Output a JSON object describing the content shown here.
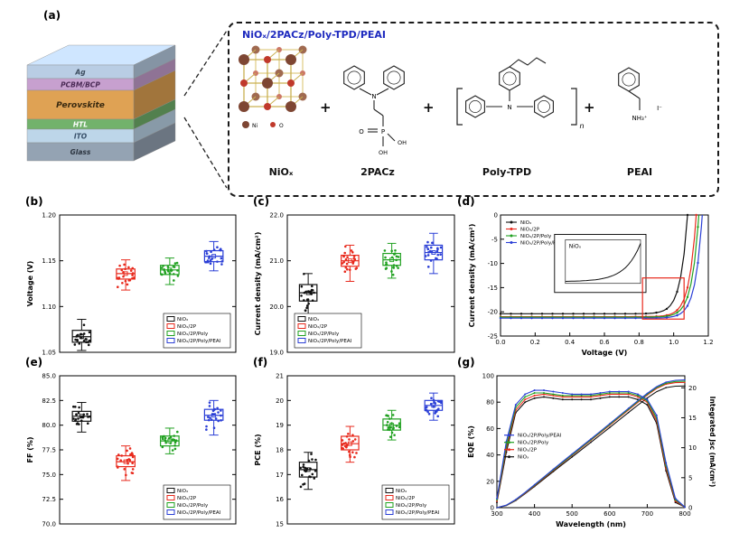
{
  "panel_a": {
    "label": "(a)",
    "layers": [
      {
        "name": "Ag",
        "color": "#b9cde4",
        "text": "#3a4a5c"
      },
      {
        "name": "PCBM/BCP",
        "color": "#c7a0cf",
        "text": "#4a2a55"
      },
      {
        "name": "Perovskite",
        "color": "#dfa254",
        "text": "#3a2a10"
      },
      {
        "name": "HTL",
        "color": "#72b26c",
        "text": "#ffffff"
      },
      {
        "name": "ITO",
        "color": "#bdd6e9",
        "text": "#38506a"
      },
      {
        "name": "Glass",
        "color": "#94a3b3",
        "text": "#2c3540"
      }
    ],
    "callout": {
      "title": "NiOₓ/2PACz/Poly-TPD/PEAI",
      "title_color": "#1f2bbf",
      "plus": "+",
      "components": [
        {
          "name": "NiOₓ"
        },
        {
          "name": "2PACz"
        },
        {
          "name": "Poly-TPD"
        },
        {
          "name": "PEAI"
        }
      ],
      "structures": {
        "niox": {
          "ni": "Ni",
          "o": "O"
        },
        "pacz": {
          "n": "N",
          "p": "P",
          "o": "O",
          "oh1": "OH",
          "oh2": "OH"
        },
        "polytpd": {
          "n": "N",
          "sub": "n"
        },
        "peai": {
          "nh": "NH₃⁺",
          "i": "I⁻"
        }
      }
    }
  },
  "chart_data": [
    {
      "id": "b",
      "type": "box",
      "panel_label": "(b)",
      "ylabel": "Voltage (V)",
      "ylim": [
        1.05,
        1.2
      ],
      "yticks": [
        1.05,
        1.1,
        1.15,
        1.2
      ],
      "ytick_labels": [
        "1.05",
        "1.10",
        "1.15",
        "1.20"
      ],
      "legend_pos": "br",
      "groups": [
        {
          "label": "NiOₓ",
          "color": "#111111",
          "lo": 1.052,
          "q1": 1.061,
          "med": 1.067,
          "q3": 1.074,
          "hi": 1.086
        },
        {
          "label": "NiOₓ/2P",
          "color": "#e8291c",
          "lo": 1.118,
          "q1": 1.13,
          "med": 1.136,
          "q3": 1.141,
          "hi": 1.151
        },
        {
          "label": "NiOₓ/2P/Poly",
          "color": "#21a121",
          "lo": 1.124,
          "q1": 1.135,
          "med": 1.14,
          "q3": 1.145,
          "hi": 1.153
        },
        {
          "label": "NiOₓ/2P/Poly/PEAI",
          "color": "#2b3fd6",
          "lo": 1.139,
          "q1": 1.149,
          "med": 1.155,
          "q3": 1.161,
          "hi": 1.171
        }
      ]
    },
    {
      "id": "c",
      "type": "box",
      "panel_label": "(c)",
      "ylabel": "Current density (mA/cm²)",
      "ylim": [
        19.0,
        22.0
      ],
      "yticks": [
        19.0,
        20.0,
        21.0,
        22.0
      ],
      "ytick_labels": [
        "19.0",
        "20.0",
        "21.0",
        "22.0"
      ],
      "legend_pos": "bl",
      "groups": [
        {
          "label": "NiOₓ",
          "color": "#111111",
          "lo": 19.78,
          "q1": 20.12,
          "med": 20.3,
          "q3": 20.48,
          "hi": 20.72
        },
        {
          "label": "NiOₓ/2P",
          "color": "#e8291c",
          "lo": 20.55,
          "q1": 20.88,
          "med": 21.0,
          "q3": 21.12,
          "hi": 21.34
        },
        {
          "label": "NiOₓ/2P/Poly",
          "color": "#21a121",
          "lo": 20.62,
          "q1": 20.9,
          "med": 21.02,
          "q3": 21.16,
          "hi": 21.38
        },
        {
          "label": "NiOₓ/2P/Poly/PEAI",
          "color": "#2b3fd6",
          "lo": 20.72,
          "q1": 21.02,
          "med": 21.18,
          "q3": 21.34,
          "hi": 21.6
        }
      ]
    },
    {
      "id": "d",
      "type": "jv",
      "panel_label": "(d)",
      "xlabel": "Voltage (V)",
      "ylabel": "Current density (mA/cm²)",
      "xlim": [
        0,
        1.2
      ],
      "ylim": [
        -25,
        0
      ],
      "xticks": [
        0,
        0.2,
        0.4,
        0.6,
        0.8,
        1.0,
        1.2
      ],
      "xtick_labels": [
        "0.0",
        "0.2",
        "0.4",
        "0.6",
        "0.8",
        "1.0",
        "1.2"
      ],
      "yticks": [
        0,
        -5,
        -10,
        -15,
        -20,
        -25
      ],
      "ytick_labels": [
        "0",
        "-5",
        "-10",
        "-15",
        "-20",
        "-25"
      ],
      "inset_label": "NiOₓ",
      "highlight_color": "#e8291c",
      "highlight_box": {
        "x0": 0.82,
        "x1": 1.06,
        "y0": -13,
        "y1": -21.5
      },
      "series": [
        {
          "label": "NiOₓ",
          "color": "#111111",
          "jsc": 20.4,
          "voc": 1.08
        },
        {
          "label": "NiOₓ/2P",
          "color": "#e8291c",
          "jsc": 21.0,
          "voc": 1.13
        },
        {
          "label": "NiOₓ/2P/Poly",
          "color": "#21a121",
          "jsc": 21.1,
          "voc": 1.145
        },
        {
          "label": "NiOₓ/2P/Poly/PEAI",
          "color": "#2b3fd6",
          "jsc": 21.3,
          "voc": 1.165
        }
      ]
    },
    {
      "id": "e",
      "type": "box",
      "panel_label": "(e)",
      "ylabel": "FF (%)",
      "ylim": [
        70,
        85
      ],
      "yticks": [
        70,
        72.5,
        75,
        77.5,
        80,
        82.5,
        85
      ],
      "ytick_labels": [
        "70.0",
        "72.5",
        "75.0",
        "77.5",
        "80.0",
        "82.5",
        "85.0"
      ],
      "legend_pos": "br",
      "groups": [
        {
          "label": "NiOₓ",
          "color": "#111111",
          "lo": 79.3,
          "q1": 80.4,
          "med": 80.9,
          "q3": 81.4,
          "hi": 82.3
        },
        {
          "label": "NiOₓ/2P",
          "color": "#e8291c",
          "lo": 74.4,
          "q1": 75.8,
          "med": 76.3,
          "q3": 76.9,
          "hi": 77.9
        },
        {
          "label": "NiOₓ/2P/Poly",
          "color": "#21a121",
          "lo": 77.1,
          "q1": 77.9,
          "med": 78.4,
          "q3": 78.9,
          "hi": 79.7
        },
        {
          "label": "NiOₓ/2P/Poly/PEAI",
          "color": "#2b3fd6",
          "lo": 79.0,
          "q1": 80.5,
          "med": 81.0,
          "q3": 81.6,
          "hi": 82.5
        }
      ]
    },
    {
      "id": "f",
      "type": "box",
      "panel_label": "(f)",
      "ylabel": "PCE (%)",
      "ylim": [
        15,
        21
      ],
      "yticks": [
        15,
        16,
        17,
        18,
        19,
        20,
        21
      ],
      "ytick_labels": [
        "15",
        "16",
        "17",
        "18",
        "19",
        "20",
        "21"
      ],
      "legend_pos": "br",
      "groups": [
        {
          "label": "NiOₓ",
          "color": "#111111",
          "lo": 16.4,
          "q1": 16.9,
          "med": 17.2,
          "q3": 17.5,
          "hi": 17.9
        },
        {
          "label": "NiOₓ/2P",
          "color": "#e8291c",
          "lo": 17.5,
          "q1": 18.0,
          "med": 18.25,
          "q3": 18.55,
          "hi": 18.95
        },
        {
          "label": "NiOₓ/2P/Poly",
          "color": "#21a121",
          "lo": 18.4,
          "q1": 18.8,
          "med": 19.0,
          "q3": 19.25,
          "hi": 19.6
        },
        {
          "label": "NiOₓ/2P/Poly/PEAI",
          "color": "#2b3fd6",
          "lo": 19.2,
          "q1": 19.6,
          "med": 19.8,
          "q3": 20.0,
          "hi": 20.3
        }
      ]
    },
    {
      "id": "g",
      "type": "eqe",
      "panel_label": "(g)",
      "xlabel": "Wavelength (nm)",
      "ylabel_left": "EQE (%)",
      "ylabel_right": "Integrated Jsc (mA/cm²)",
      "xlim": [
        300,
        800
      ],
      "xticks": [
        300,
        400,
        500,
        600,
        700,
        800
      ],
      "xtick_labels": [
        "300",
        "400",
        "500",
        "600",
        "700",
        "800"
      ],
      "ylim_left": [
        0,
        100
      ],
      "yticks_left": [
        0,
        20,
        40,
        60,
        80,
        100
      ],
      "ytick_labels_left": [
        "0",
        "20",
        "40",
        "60",
        "80",
        "100"
      ],
      "ylim_right": [
        0,
        22
      ],
      "yticks_right": [
        0,
        5,
        10,
        15,
        20
      ],
      "ytick_labels_right": [
        "0",
        "5",
        "10",
        "15",
        "20"
      ],
      "wavelengths": [
        300,
        325,
        350,
        375,
        400,
        425,
        450,
        475,
        500,
        525,
        550,
        575,
        600,
        625,
        650,
        675,
        700,
        725,
        750,
        775,
        800
      ],
      "legend_order": [
        3,
        2,
        1,
        0
      ],
      "series": [
        {
          "label": "NiOₓ",
          "color": "#111111",
          "jsc": 20.3,
          "eqe": [
            4,
            42,
            72,
            80,
            83,
            84,
            83,
            82,
            82,
            82,
            82,
            83,
            84,
            84,
            84,
            82,
            78,
            64,
            28,
            4,
            0.5
          ]
        },
        {
          "label": "NiOₓ/2P",
          "color": "#e8291c",
          "jsc": 20.9,
          "eqe": [
            5,
            45,
            74,
            82,
            85,
            86,
            85,
            84,
            84,
            84,
            84,
            85,
            86,
            86,
            86,
            84,
            80,
            66,
            30,
            5,
            0.5
          ]
        },
        {
          "label": "NiOₓ/2P/Poly",
          "color": "#21a121",
          "jsc": 21.1,
          "eqe": [
            6,
            47,
            76,
            84,
            87,
            87,
            86,
            85,
            85,
            85,
            85,
            86,
            87,
            87,
            87,
            85,
            81,
            68,
            32,
            6,
            0.5
          ]
        },
        {
          "label": "NiOₓ/2P/Poly/PEAI",
          "color": "#2b3fd6",
          "jsc": 21.3,
          "eqe": [
            7,
            50,
            78,
            86,
            89,
            89,
            88,
            87,
            86,
            86,
            86,
            87,
            88,
            88,
            88,
            86,
            82,
            70,
            34,
            7,
            0.5
          ]
        }
      ]
    }
  ]
}
